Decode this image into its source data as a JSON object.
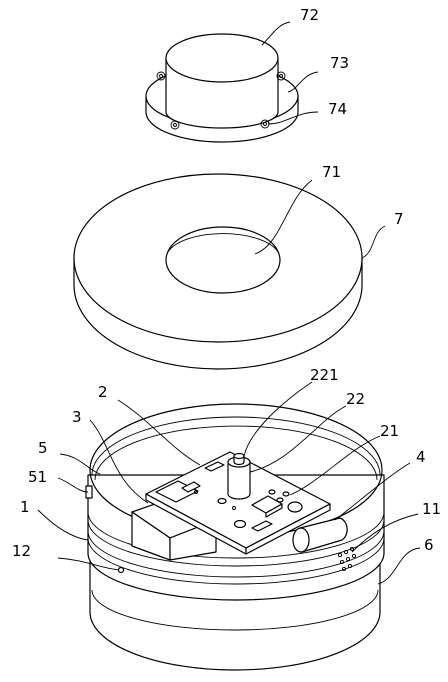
{
  "labels": {
    "l72": "72",
    "l73": "73",
    "l74": "74",
    "l71": "71",
    "l7": "7",
    "l221": "221",
    "l2": "2",
    "l22": "22",
    "l3": "3",
    "l21": "21",
    "l5": "5",
    "l4": "4",
    "l51": "51",
    "l11": "11",
    "l1": "1",
    "l12": "12",
    "l6": "6"
  }
}
